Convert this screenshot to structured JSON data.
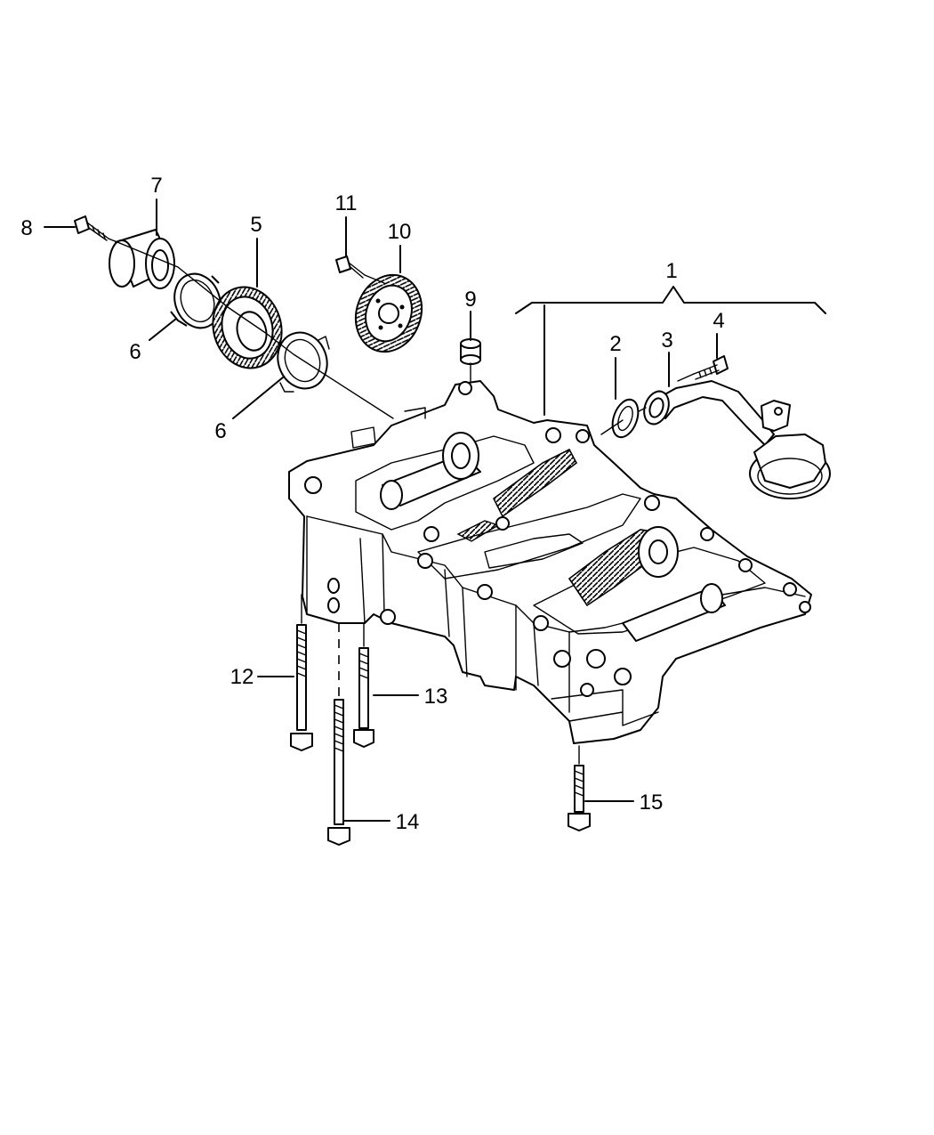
{
  "callouts": [
    {
      "id": "1",
      "label": "1"
    },
    {
      "id": "2",
      "label": "2"
    },
    {
      "id": "3",
      "label": "3"
    },
    {
      "id": "4",
      "label": "4"
    },
    {
      "id": "5",
      "label": "5"
    },
    {
      "id": "6a",
      "label": "6"
    },
    {
      "id": "6b",
      "label": "6"
    },
    {
      "id": "7",
      "label": "7"
    },
    {
      "id": "8",
      "label": "8"
    },
    {
      "id": "9",
      "label": "9"
    },
    {
      "id": "10",
      "label": "10"
    },
    {
      "id": "11",
      "label": "11"
    },
    {
      "id": "12",
      "label": "12"
    },
    {
      "id": "13",
      "label": "13"
    },
    {
      "id": "14",
      "label": "14"
    },
    {
      "id": "15",
      "label": "15"
    }
  ]
}
